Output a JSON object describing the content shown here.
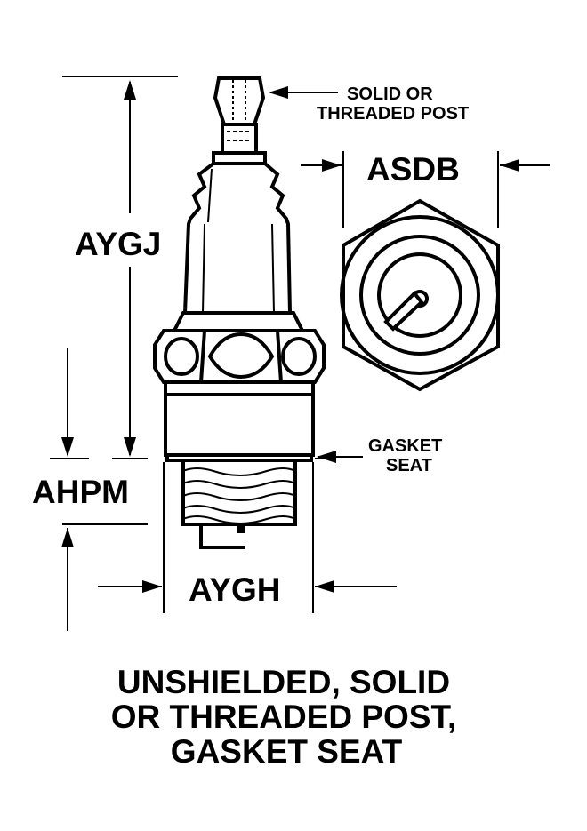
{
  "dimensions": {
    "aygj": "AYGJ",
    "asdb": "ASDB",
    "ahpm": "AHPM",
    "aygh": "AYGH"
  },
  "callouts": {
    "post_line1": "SOLID OR",
    "post_line2": "THREADED POST",
    "seat_line1": "GASKET",
    "seat_line2": "SEAT"
  },
  "caption": {
    "line1": "UNSHIELDED, SOLID",
    "line2": "OR THREADED POST,",
    "line3": "GASKET SEAT"
  }
}
